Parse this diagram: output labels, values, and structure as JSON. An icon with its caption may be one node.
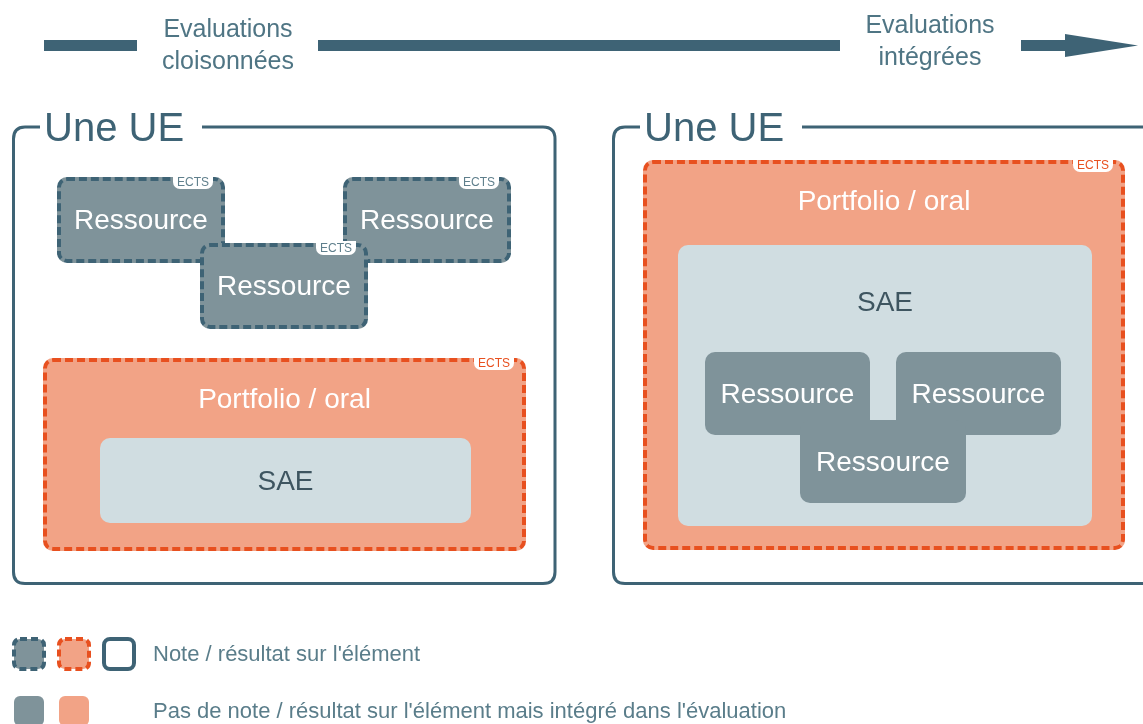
{
  "diagram": {
    "nodes": [
      {
        "text": [
          "Une UE"
        ]
      },
      {
        "text": [
          "ECTS",
          "Ressource"
        ],
        "in": 0
      },
      {
        "text": [
          "ECTS",
          "Ressource"
        ],
        "in": 0
      },
      {
        "text": [
          "ECTS",
          "Ressource"
        ],
        "in": 0
      },
      {
        "text": [
          "ECTS",
          "Portfolio / oral"
        ],
        "in": 0
      },
      {
        "text": [
          "SAE"
        ],
        "in": 4
      },
      {
        "text": [
          "Une UE"
        ]
      },
      {
        "text": [
          "ECTS",
          "Portfolio / oral"
        ],
        "in": 6
      },
      {
        "text": [
          "SAE"
        ],
        "in": 7
      },
      {
        "text": [
          "Ressource"
        ],
        "in": 8
      },
      {
        "text": [
          "Ressource"
        ],
        "in": 8
      },
      {
        "text": [
          "Ressource"
        ],
        "in": 8
      }
    ],
    "edges": [],
    "labels": [
      "Evaluations cloisonnées",
      "Evaluations intégrées"
    ],
    "legend": [
      {
        "text": "Note / résultat sur l'élément"
      },
      {
        "text": "Pas de note / résultat sur l'élément mais intégré dans l'évaluation"
      }
    ]
  }
}
